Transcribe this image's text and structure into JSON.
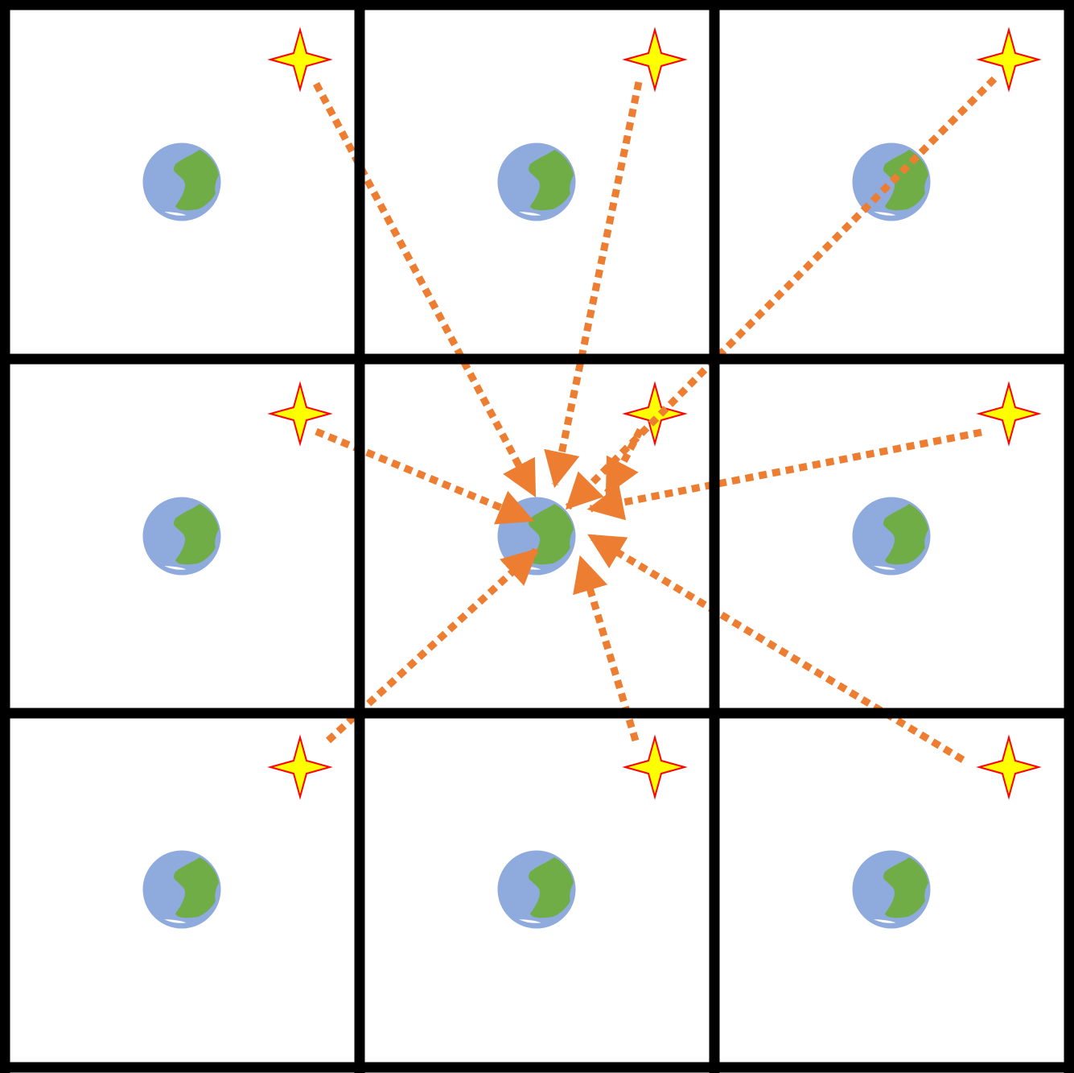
{
  "diagram": {
    "grid": {
      "rows": 3,
      "cols": 3
    },
    "cells": [
      {
        "row": 0,
        "col": 0,
        "earth_icon": "earth-globe-icon",
        "star_icon": "four-point-star-icon"
      },
      {
        "row": 0,
        "col": 1,
        "earth_icon": "earth-globe-icon",
        "star_icon": "four-point-star-icon"
      },
      {
        "row": 0,
        "col": 2,
        "earth_icon": "earth-globe-icon",
        "star_icon": "four-point-star-icon"
      },
      {
        "row": 1,
        "col": 0,
        "earth_icon": "earth-globe-icon",
        "star_icon": "four-point-star-icon"
      },
      {
        "row": 1,
        "col": 1,
        "earth_icon": "earth-globe-icon",
        "star_icon": "four-point-star-icon"
      },
      {
        "row": 1,
        "col": 2,
        "earth_icon": "earth-globe-icon",
        "star_icon": "four-point-star-icon"
      },
      {
        "row": 2,
        "col": 0,
        "earth_icon": "earth-globe-icon",
        "star_icon": "four-point-star-icon"
      },
      {
        "row": 2,
        "col": 1,
        "earth_icon": "earth-globe-icon",
        "star_icon": "four-point-star-icon"
      },
      {
        "row": 2,
        "col": 2,
        "earth_icon": "earth-globe-icon",
        "star_icon": "four-point-star-icon"
      }
    ],
    "target_cell": {
      "row": 1,
      "col": 1
    },
    "arrows_from_cells": [
      {
        "row": 0,
        "col": 0
      },
      {
        "row": 0,
        "col": 1
      },
      {
        "row": 0,
        "col": 2
      },
      {
        "row": 1,
        "col": 0
      },
      {
        "row": 1,
        "col": 1
      },
      {
        "row": 1,
        "col": 2
      },
      {
        "row": 2,
        "col": 0
      },
      {
        "row": 2,
        "col": 1
      },
      {
        "row": 2,
        "col": 2
      }
    ],
    "colors": {
      "grid_line": "#000000",
      "ocean": "#8FAADC",
      "land": "#70AD47",
      "ice": "#FFFFFF",
      "star_fill": "#FFFF00",
      "star_stroke": "#FF0000",
      "arrow": "#ED7D31"
    }
  }
}
